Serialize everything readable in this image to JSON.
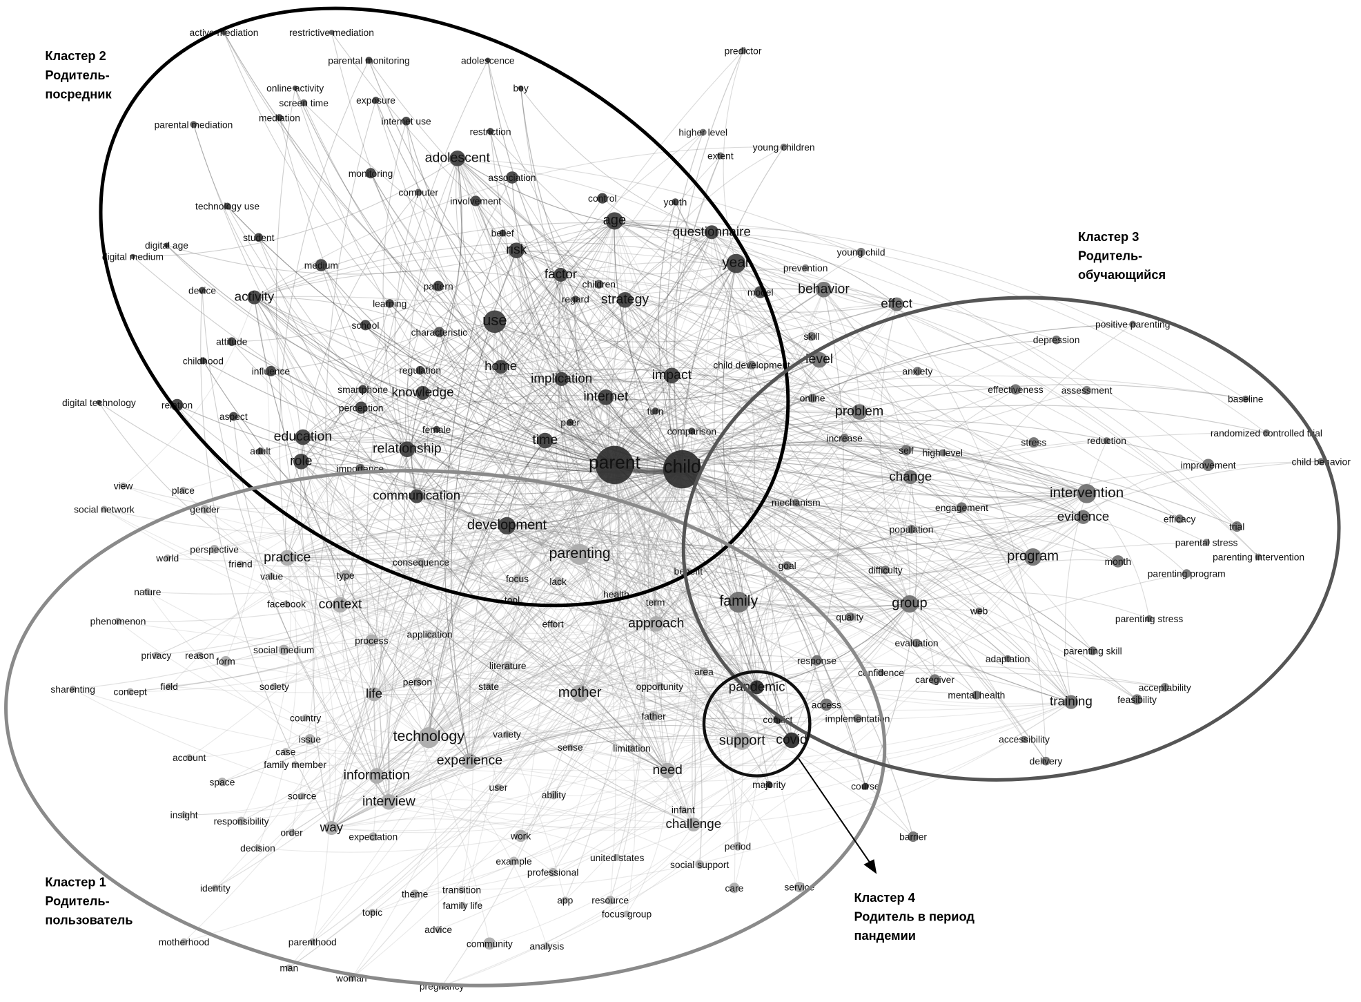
{
  "clusters": [
    {
      "id": 1,
      "title": "Кластер 1",
      "line1": "Родитель-",
      "line2": "пользователь",
      "color": "#a9a9a9"
    },
    {
      "id": 2,
      "title": "Кластер 2",
      "line1": "Родитель-",
      "line2": "посредник",
      "color": "#3e3e3e"
    },
    {
      "id": 3,
      "title": "Кластер 3",
      "line1": "Родитель-",
      "line2": "обучающийся",
      "color": "#6f6f6f"
    },
    {
      "id": 4,
      "title": "Кластер 4",
      "line1": "Родитель в период",
      "line2": "пандемии",
      "color": "#2a2a2a"
    }
  ],
  "nodes": [
    {
      "label": "active mediation",
      "cluster": 2
    },
    {
      "label": "restrictive mediation",
      "cluster": 2
    },
    {
      "label": "parental monitoring",
      "cluster": 2
    },
    {
      "label": "adolescence",
      "cluster": 2
    },
    {
      "label": "boy",
      "cluster": 2
    },
    {
      "label": "online activity",
      "cluster": 2
    },
    {
      "label": "exposure",
      "cluster": 2
    },
    {
      "label": "screen time",
      "cluster": 2
    },
    {
      "label": "mediation",
      "cluster": 2
    },
    {
      "label": "parental mediation",
      "cluster": 2
    },
    {
      "label": "internet use",
      "cluster": 2
    },
    {
      "label": "restriction",
      "cluster": 2
    },
    {
      "label": "adolescent",
      "cluster": 2
    },
    {
      "label": "association",
      "cluster": 2
    },
    {
      "label": "monitoring",
      "cluster": 2
    },
    {
      "label": "computer",
      "cluster": 2
    },
    {
      "label": "involvement",
      "cluster": 2
    },
    {
      "label": "control",
      "cluster": 2
    },
    {
      "label": "youth",
      "cluster": 2
    },
    {
      "label": "technology use",
      "cluster": 2
    },
    {
      "label": "age",
      "cluster": 2
    },
    {
      "label": "questionnaire",
      "cluster": 2
    },
    {
      "label": "belief",
      "cluster": 2
    },
    {
      "label": "student",
      "cluster": 2
    },
    {
      "label": "digital age",
      "cluster": 2
    },
    {
      "label": "digital medium",
      "cluster": 2
    },
    {
      "label": "risk",
      "cluster": 2
    },
    {
      "label": "medium",
      "cluster": 2
    },
    {
      "label": "factor",
      "cluster": 2
    },
    {
      "label": "children",
      "cluster": 2
    },
    {
      "label": "year",
      "cluster": 2
    },
    {
      "label": "model",
      "cluster": 2
    },
    {
      "label": "device",
      "cluster": 2
    },
    {
      "label": "activity",
      "cluster": 2
    },
    {
      "label": "pattern",
      "cluster": 2
    },
    {
      "label": "regard",
      "cluster": 2
    },
    {
      "label": "strategy",
      "cluster": 2
    },
    {
      "label": "learning",
      "cluster": 2
    },
    {
      "label": "use",
      "cluster": 2
    },
    {
      "label": "school",
      "cluster": 2
    },
    {
      "label": "characteristic",
      "cluster": 2
    },
    {
      "label": "attitude",
      "cluster": 2
    },
    {
      "label": "childhood",
      "cluster": 2
    },
    {
      "label": "influence",
      "cluster": 2
    },
    {
      "label": "regulation",
      "cluster": 2
    },
    {
      "label": "home",
      "cluster": 2
    },
    {
      "label": "implication",
      "cluster": 2
    },
    {
      "label": "impact",
      "cluster": 2
    },
    {
      "label": "smartphone",
      "cluster": 2
    },
    {
      "label": "knowledge",
      "cluster": 2
    },
    {
      "label": "digital technology",
      "cluster": 2
    },
    {
      "label": "relation",
      "cluster": 2
    },
    {
      "label": "internet",
      "cluster": 2
    },
    {
      "label": "perception",
      "cluster": 2
    },
    {
      "label": "aspect",
      "cluster": 2
    },
    {
      "label": "turn",
      "cluster": 2
    },
    {
      "label": "female",
      "cluster": 2
    },
    {
      "label": "peer",
      "cluster": 2
    },
    {
      "label": "comparison",
      "cluster": 2
    },
    {
      "label": "time",
      "cluster": 2
    },
    {
      "label": "education",
      "cluster": 2
    },
    {
      "label": "relationship",
      "cluster": 2
    },
    {
      "label": "adult",
      "cluster": 2
    },
    {
      "label": "role",
      "cluster": 2
    },
    {
      "label": "importance",
      "cluster": 2
    },
    {
      "label": "parent",
      "cluster": 2
    },
    {
      "label": "child",
      "cluster": 2
    },
    {
      "label": "communication",
      "cluster": 2
    },
    {
      "label": "development",
      "cluster": 2
    },
    {
      "label": "predictor",
      "cluster": 3
    },
    {
      "label": "higher level",
      "cluster": 3
    },
    {
      "label": "extent",
      "cluster": 3
    },
    {
      "label": "young children",
      "cluster": 3
    },
    {
      "label": "young child",
      "cluster": 3
    },
    {
      "label": "prevention",
      "cluster": 3
    },
    {
      "label": "behavior",
      "cluster": 3
    },
    {
      "label": "effect",
      "cluster": 3
    },
    {
      "label": "positive parenting",
      "cluster": 3
    },
    {
      "label": "skill",
      "cluster": 3
    },
    {
      "label": "depression",
      "cluster": 3
    },
    {
      "label": "level",
      "cluster": 3
    },
    {
      "label": "child development",
      "cluster": 3
    },
    {
      "label": "anxiety",
      "cluster": 3
    },
    {
      "label": "online",
      "cluster": 3
    },
    {
      "label": "effectiveness",
      "cluster": 3
    },
    {
      "label": "assessment",
      "cluster": 3
    },
    {
      "label": "baseline",
      "cluster": 3
    },
    {
      "label": "problem",
      "cluster": 3
    },
    {
      "label": "increase",
      "cluster": 3
    },
    {
      "label": "self",
      "cluster": 3
    },
    {
      "label": "high level",
      "cluster": 3
    },
    {
      "label": "stress",
      "cluster": 3
    },
    {
      "label": "reduction",
      "cluster": 3
    },
    {
      "label": "randomized controlled trial",
      "cluster": 3
    },
    {
      "label": "improvement",
      "cluster": 3
    },
    {
      "label": "child behavior",
      "cluster": 3
    },
    {
      "label": "change",
      "cluster": 3
    },
    {
      "label": "intervention",
      "cluster": 3
    },
    {
      "label": "engagement",
      "cluster": 3
    },
    {
      "label": "mechanism",
      "cluster": 3
    },
    {
      "label": "evidence",
      "cluster": 3
    },
    {
      "label": "efficacy",
      "cluster": 3
    },
    {
      "label": "trial",
      "cluster": 3
    },
    {
      "label": "population",
      "cluster": 3
    },
    {
      "label": "program",
      "cluster": 3
    },
    {
      "label": "month",
      "cluster": 3
    },
    {
      "label": "parenting program",
      "cluster": 3
    },
    {
      "label": "parental stress",
      "cluster": 3
    },
    {
      "label": "parenting intervention",
      "cluster": 3
    },
    {
      "label": "goal",
      "cluster": 3
    },
    {
      "label": "difficulty",
      "cluster": 3
    },
    {
      "label": "group",
      "cluster": 3
    },
    {
      "label": "family",
      "cluster": 3
    },
    {
      "label": "web",
      "cluster": 3
    },
    {
      "label": "quality",
      "cluster": 3
    },
    {
      "label": "parenting stress",
      "cluster": 3
    },
    {
      "label": "evaluation",
      "cluster": 3
    },
    {
      "label": "response",
      "cluster": 3
    },
    {
      "label": "adaptation",
      "cluster": 3
    },
    {
      "label": "parenting skill",
      "cluster": 3
    },
    {
      "label": "confidence",
      "cluster": 3
    },
    {
      "label": "caregiver",
      "cluster": 3
    },
    {
      "label": "acceptability",
      "cluster": 3
    },
    {
      "label": "mental health",
      "cluster": 3
    },
    {
      "label": "training",
      "cluster": 3
    },
    {
      "label": "feasibility",
      "cluster": 3
    },
    {
      "label": "access",
      "cluster": 3
    },
    {
      "label": "implementation",
      "cluster": 3
    },
    {
      "label": "accessibility",
      "cluster": 3
    },
    {
      "label": "delivery",
      "cluster": 3
    },
    {
      "label": "barrier",
      "cluster": 3
    },
    {
      "label": "pandemic",
      "cluster": 4
    },
    {
      "label": "conflict",
      "cluster": 4
    },
    {
      "label": "covid",
      "cluster": 4
    },
    {
      "label": "support",
      "cluster": 1
    },
    {
      "label": "course",
      "cluster": 4
    },
    {
      "label": "majority",
      "cluster": 4
    },
    {
      "label": "view",
      "cluster": 1
    },
    {
      "label": "place",
      "cluster": 1
    },
    {
      "label": "social network",
      "cluster": 1
    },
    {
      "label": "gender",
      "cluster": 1
    },
    {
      "label": "world",
      "cluster": 1
    },
    {
      "label": "perspective",
      "cluster": 1
    },
    {
      "label": "friend",
      "cluster": 1
    },
    {
      "label": "practice",
      "cluster": 1
    },
    {
      "label": "value",
      "cluster": 1
    },
    {
      "label": "type",
      "cluster": 1
    },
    {
      "label": "nature",
      "cluster": 1
    },
    {
      "label": "consequence",
      "cluster": 1
    },
    {
      "label": "parenting",
      "cluster": 1
    },
    {
      "label": "focus",
      "cluster": 1
    },
    {
      "label": "lack",
      "cluster": 1
    },
    {
      "label": "benefit",
      "cluster": 1
    },
    {
      "label": "health",
      "cluster": 1
    },
    {
      "label": "tool",
      "cluster": 1
    },
    {
      "label": "term",
      "cluster": 1
    },
    {
      "label": "facebook",
      "cluster": 1
    },
    {
      "label": "context",
      "cluster": 1
    },
    {
      "label": "phenomenon",
      "cluster": 1
    },
    {
      "label": "effort",
      "cluster": 1
    },
    {
      "label": "approach",
      "cluster": 1
    },
    {
      "label": "process",
      "cluster": 1
    },
    {
      "label": "application",
      "cluster": 1
    },
    {
      "label": "social medium",
      "cluster": 1
    },
    {
      "label": "privacy",
      "cluster": 1
    },
    {
      "label": "reason",
      "cluster": 1
    },
    {
      "label": "form",
      "cluster": 1
    },
    {
      "label": "literature",
      "cluster": 1
    },
    {
      "label": "area",
      "cluster": 1
    },
    {
      "label": "person",
      "cluster": 1
    },
    {
      "label": "state",
      "cluster": 1
    },
    {
      "label": "opportunity",
      "cluster": 1
    },
    {
      "label": "sharenting",
      "cluster": 1
    },
    {
      "label": "concept",
      "cluster": 1
    },
    {
      "label": "field",
      "cluster": 1
    },
    {
      "label": "society",
      "cluster": 1
    },
    {
      "label": "life",
      "cluster": 1
    },
    {
      "label": "mother",
      "cluster": 1
    },
    {
      "label": "country",
      "cluster": 1
    },
    {
      "label": "father",
      "cluster": 1
    },
    {
      "label": "issue",
      "cluster": 1
    },
    {
      "label": "technology",
      "cluster": 1
    },
    {
      "label": "variety",
      "cluster": 1
    },
    {
      "label": "sense",
      "cluster": 1
    },
    {
      "label": "limitation",
      "cluster": 1
    },
    {
      "label": "case",
      "cluster": 1
    },
    {
      "label": "account",
      "cluster": 1
    },
    {
      "label": "family member",
      "cluster": 1
    },
    {
      "label": "experience",
      "cluster": 1
    },
    {
      "label": "need",
      "cluster": 1
    },
    {
      "label": "information",
      "cluster": 1
    },
    {
      "label": "space",
      "cluster": 1
    },
    {
      "label": "user",
      "cluster": 1
    },
    {
      "label": "ability",
      "cluster": 1
    },
    {
      "label": "source",
      "cluster": 1
    },
    {
      "label": "interview",
      "cluster": 1
    },
    {
      "label": "insight",
      "cluster": 1
    },
    {
      "label": "infant",
      "cluster": 1
    },
    {
      "label": "responsibility",
      "cluster": 1
    },
    {
      "label": "challenge",
      "cluster": 1
    },
    {
      "label": "way",
      "cluster": 1
    },
    {
      "label": "order",
      "cluster": 1
    },
    {
      "label": "expectation",
      "cluster": 1
    },
    {
      "label": "decision",
      "cluster": 1
    },
    {
      "label": "work",
      "cluster": 1
    },
    {
      "label": "period",
      "cluster": 1
    },
    {
      "label": "united states",
      "cluster": 1
    },
    {
      "label": "example",
      "cluster": 1
    },
    {
      "label": "social support",
      "cluster": 1
    },
    {
      "label": "professional",
      "cluster": 1
    },
    {
      "label": "identity",
      "cluster": 1
    },
    {
      "label": "care",
      "cluster": 1
    },
    {
      "label": "service",
      "cluster": 1
    },
    {
      "label": "theme",
      "cluster": 1
    },
    {
      "label": "transition",
      "cluster": 1
    },
    {
      "label": "family life",
      "cluster": 1
    },
    {
      "label": "app",
      "cluster": 1
    },
    {
      "label": "resource",
      "cluster": 1
    },
    {
      "label": "focus group",
      "cluster": 1
    },
    {
      "label": "topic",
      "cluster": 1
    },
    {
      "label": "advice",
      "cluster": 1
    },
    {
      "label": "community",
      "cluster": 1
    },
    {
      "label": "analysis",
      "cluster": 1
    },
    {
      "label": "motherhood",
      "cluster": 1
    },
    {
      "label": "parenthood",
      "cluster": 1
    },
    {
      "label": "man",
      "cluster": 1
    },
    {
      "label": "woman",
      "cluster": 1
    },
    {
      "label": "pregnancy",
      "cluster": 1
    }
  ]
}
